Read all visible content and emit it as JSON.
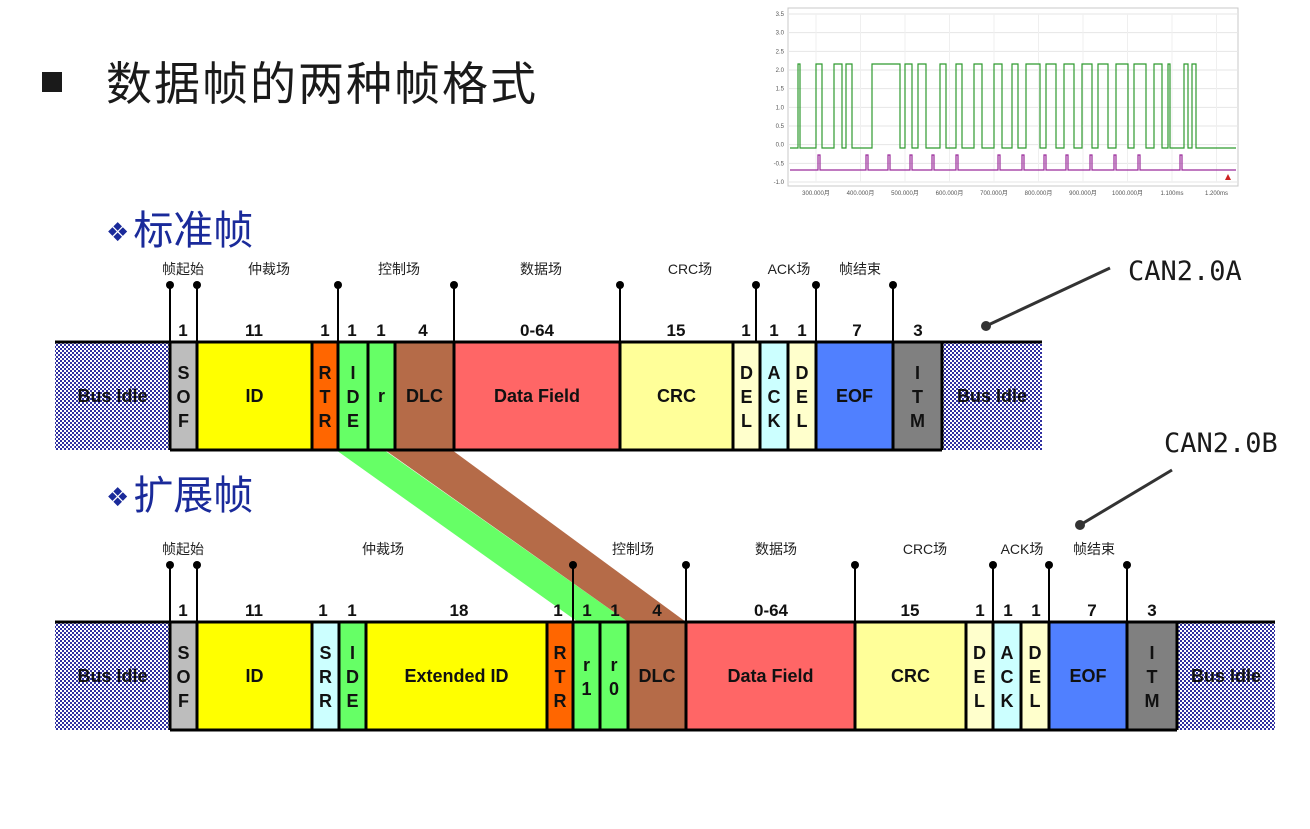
{
  "title": "数据帧的两种帧格式",
  "colors": {
    "sof": "#bdbdbd",
    "id": "#ffff00",
    "rtr": "#ff6600",
    "ide": "#66ff66",
    "r": "#66ff66",
    "dlc": "#b56b48",
    "data": "#ff6666",
    "crc": "#ffff99",
    "del": "#ffffcc",
    "ack": "#ccffff",
    "eof": "#5080ff",
    "itm": "#808080",
    "idle": "#3030a0",
    "srr": "#ccffff",
    "ext": "#ffff00"
  },
  "standard": {
    "heading": "标准帧",
    "version": "CAN2.0A",
    "groups": [
      "帧起始",
      "仲裁场",
      "控制场",
      "数据场",
      "CRC场",
      "ACK场",
      "帧结束"
    ],
    "bits": [
      "1",
      "11",
      "1",
      "1",
      "1",
      "4",
      "0-64",
      "15",
      "1",
      "1",
      "1",
      "7",
      "3"
    ],
    "fields": [
      "Bus Idle",
      "SOF",
      "ID",
      "RTR",
      "IDE",
      "r",
      "DLC",
      "Data Field",
      "CRC",
      "DEL",
      "ACK",
      "DEL",
      "EOF",
      "ITM",
      "Bus Idle"
    ]
  },
  "extended": {
    "heading": "扩展帧",
    "version": "CAN2.0B",
    "groups": [
      "帧起始",
      "仲裁场",
      "控制场",
      "数据场",
      "CRC场",
      "ACK场",
      "帧结束"
    ],
    "bits": [
      "1",
      "11",
      "1",
      "1",
      "18",
      "1",
      "1",
      "1",
      "4",
      "0-64",
      "15",
      "1",
      "1",
      "1",
      "7",
      "3"
    ],
    "fields": [
      "Bus Idle",
      "SOF",
      "ID",
      "SRR",
      "IDE",
      "Extended ID",
      "RTR",
      "r1",
      "r0",
      "DLC",
      "Data Field",
      "CRC",
      "DEL",
      "ACK",
      "DEL",
      "EOF",
      "ITM",
      "Bus Idle"
    ]
  },
  "scope": {
    "y_ticks": [
      "3.5",
      "3.0",
      "2.5",
      "2.0",
      "1.5",
      "1.0",
      "0.5",
      "0.0",
      "-0.5",
      "-1.0"
    ],
    "x_ticks": [
      "300.000月",
      "400.000月",
      "500.000月",
      "600.000月",
      "700.000月",
      "800.000月",
      "900.000月",
      "1000.000月",
      "1.100ms",
      "1.200ms"
    ]
  }
}
